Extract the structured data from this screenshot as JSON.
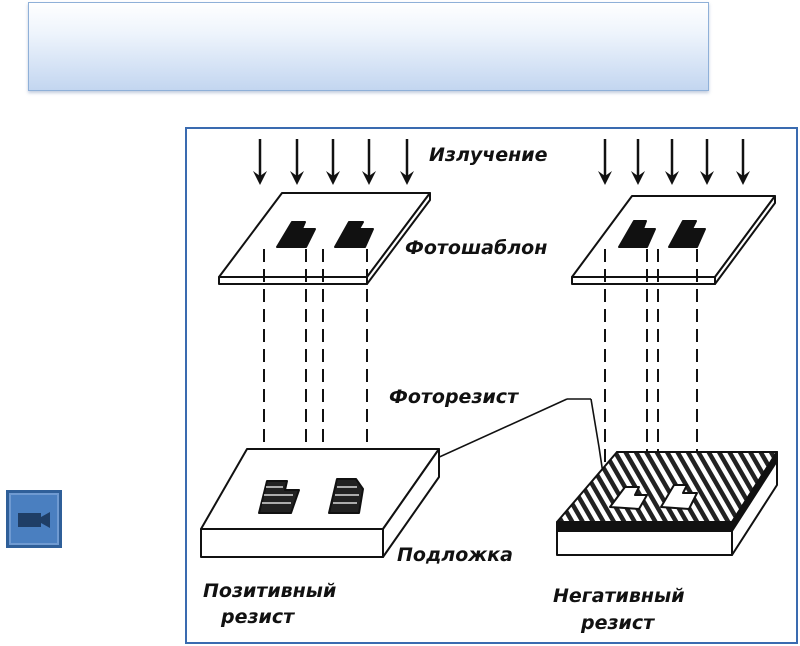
{
  "title_banner": {
    "text": ""
  },
  "media_button": {
    "icon": "video-camera-icon"
  },
  "figure": {
    "labels": {
      "radiation": "Излучение",
      "photomask": "Фотошаблон",
      "photoresist": "Фоторезист",
      "substrate": "Подложка",
      "positive_line1": "Позитивный",
      "positive_line2": "резист",
      "negative_line1": "Негативный",
      "negative_line2": "резист"
    }
  }
}
